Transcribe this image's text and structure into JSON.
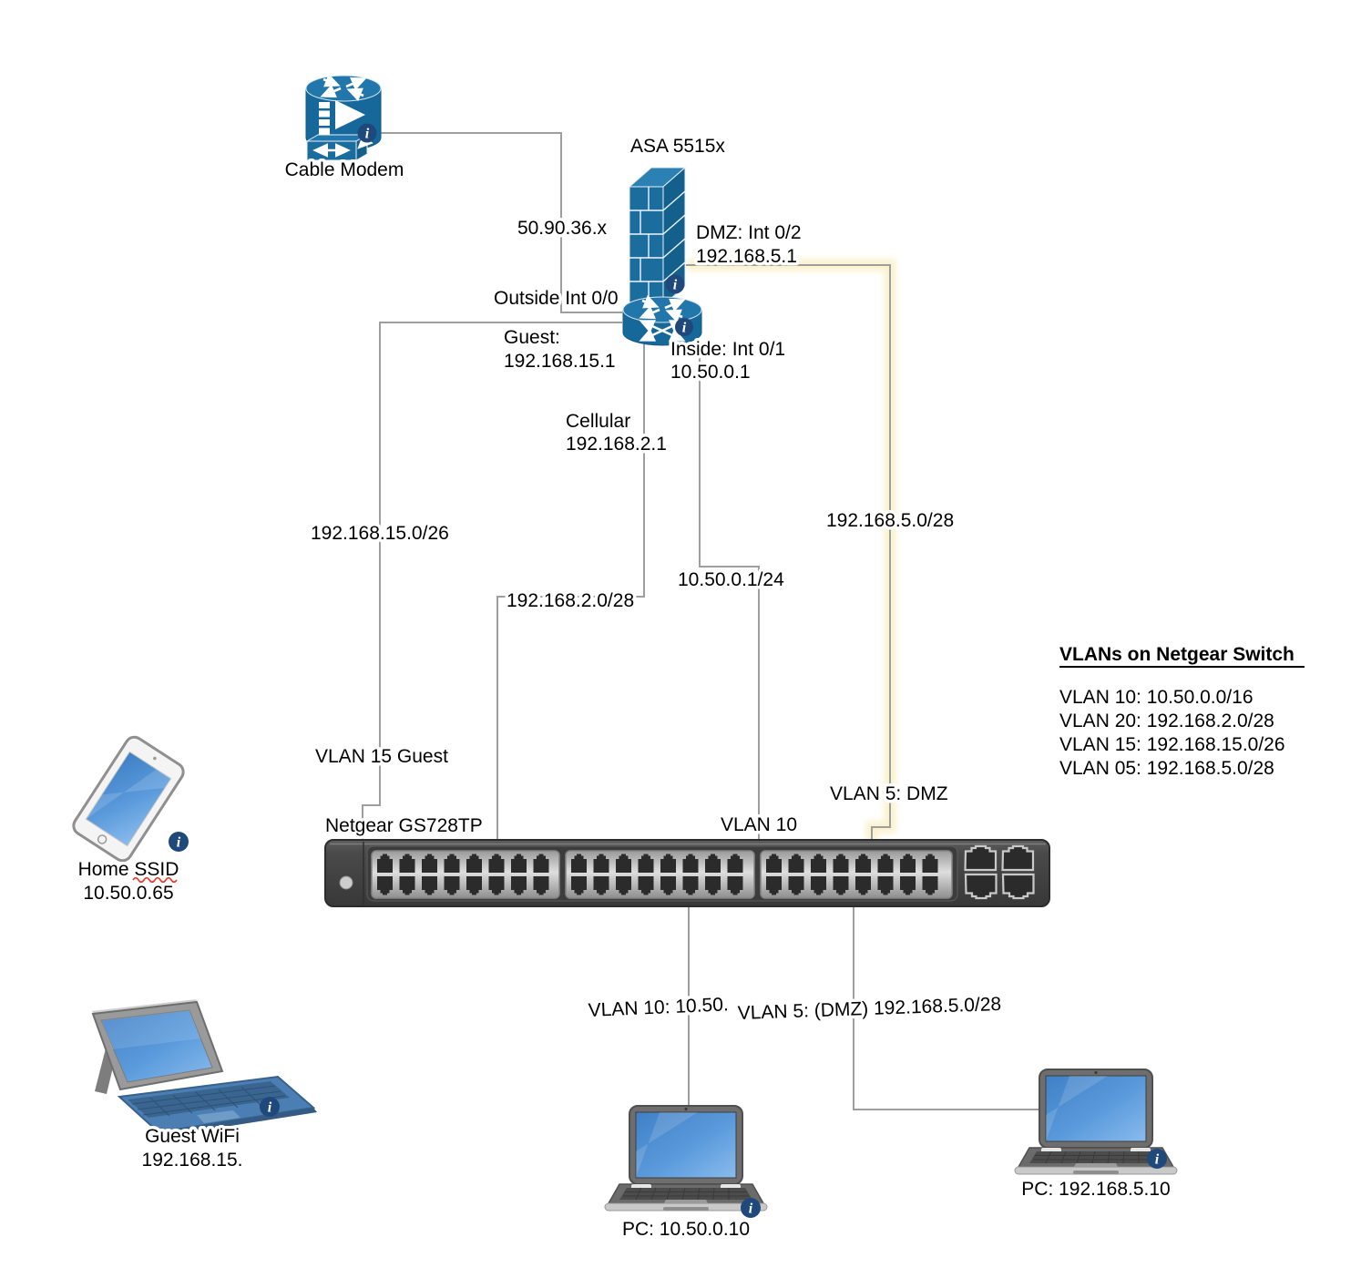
{
  "diagram": {
    "nodes": {
      "cable_modem": {
        "label": "Cable Modem"
      },
      "asa_firewall": {
        "label": "ASA 5515x"
      },
      "netgear_switch": {
        "label": "Netgear GS728TP"
      },
      "home_tablet": {
        "label": "Home SSID",
        "ip": "10.50.0.65"
      },
      "guest_laptop": {
        "label": "Guest WiFi",
        "ip": "192.168.15."
      },
      "inside_pc": {
        "label": "PC: 10.50.0.10"
      },
      "dmz_pc": {
        "label": "PC: 192.168.5.10"
      }
    },
    "edge_labels": {
      "wan_ip": "50.90.36.x",
      "outside_interface": "Outside Int 0/0",
      "dmz_interface": "DMZ: Int 0/2",
      "dmz_interface_ip": "192.168.5.1",
      "guest_interface": "Guest:",
      "guest_interface_ip": "192.168.15.1",
      "inside_interface": "Inside: Int 0/1",
      "inside_interface_ip": "10.50.0.1",
      "cellular_interface": "Cellular",
      "cellular_interface_ip": "192.168.2.1",
      "guest_subnet": "192.168.15.0/26",
      "cellular_subnet": "192.168.2.0/28",
      "inside_subnet": "10.50.0.1/24",
      "dmz_subnet": "192.168.5.0/28",
      "vlan15_port": "VLAN 15 Guest",
      "vlan10_port": "VLAN 10",
      "vlan5_port": "VLAN 5: DMZ",
      "vlan10_access": "VLAN 10: 10.50.",
      "vlan5_access": "VLAN 5: (DMZ) 192.168.5.0/28"
    },
    "legend": {
      "title": "VLANs on Netgear Switch",
      "items": [
        "VLAN 10: 10.50.0.0/16",
        "VLAN 20: 192.168.2.0/28",
        "VLAN 15: 192.168.15.0/26",
        "VLAN 05: 192.168.5.0/28"
      ]
    },
    "icons": {
      "info_glyph": "i"
    },
    "colors": {
      "cisco_blue": "#1b6d9e",
      "cisco_blue_dark": "#14608d",
      "cisco_blue_light": "#2b81b4",
      "connector_gray": "#9e9e9e",
      "dmz_highlight": "#faf1cb",
      "info_badge": "#20497b",
      "screen_blue": "#4488cf",
      "spellcheck_red": "#ee3124",
      "text": "#000000"
    }
  }
}
